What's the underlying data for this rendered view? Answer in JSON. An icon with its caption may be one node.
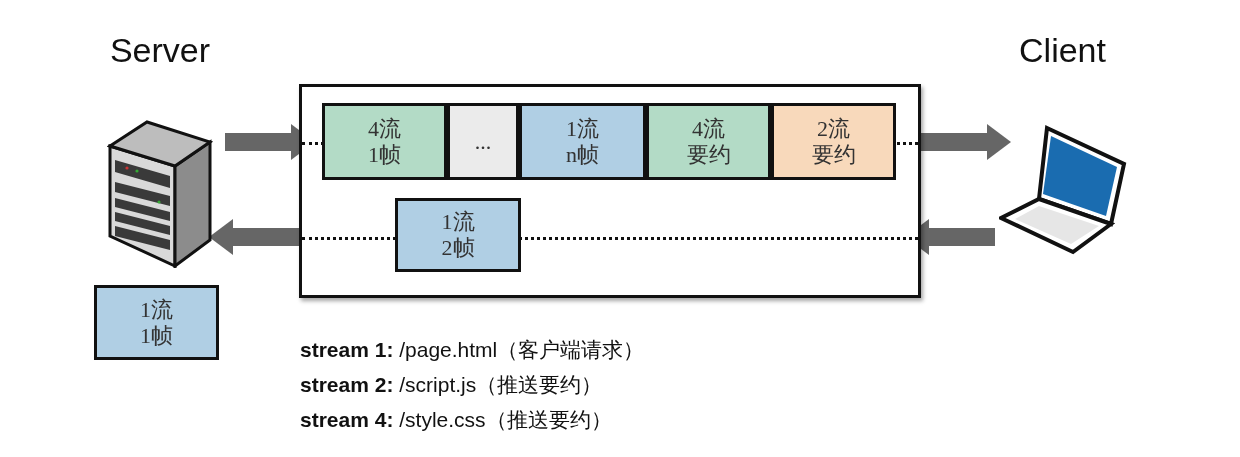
{
  "diagram": {
    "nodes": [
      {
        "text": [
          "Server"
        ]
      },
      {
        "text": [
          "Client"
        ]
      },
      {
        "text": [],
        "shape": "box"
      },
      {
        "text": [
          "4流",
          "1帧"
        ],
        "in": 2
      },
      {
        "text": [
          "..."
        ],
        "in": 2
      },
      {
        "text": [
          "1流",
          "n帧"
        ],
        "in": 2
      },
      {
        "text": [
          "4流",
          "要约"
        ],
        "in": 2
      },
      {
        "text": [
          "2流",
          "要约"
        ],
        "in": 2
      },
      {
        "text": [
          "1流",
          "2帧"
        ],
        "in": 2
      },
      {
        "text": [
          "1流",
          "1帧"
        ]
      }
    ],
    "edges": [
      {
        "from": 0,
        "to": 2,
        "arrow": "to"
      },
      {
        "from": 2,
        "to": 1,
        "arrow": "to"
      },
      {
        "from": 1,
        "to": 2,
        "arrow": "to"
      },
      {
        "from": 2,
        "to": 0,
        "arrow": "to"
      }
    ],
    "labels": [
      "**stream 1:** /page.html（客户端请求）",
      "**stream 2:** /script.js（推送要约）",
      "**stream 4:** /style.css（推送要约）"
    ]
  }
}
